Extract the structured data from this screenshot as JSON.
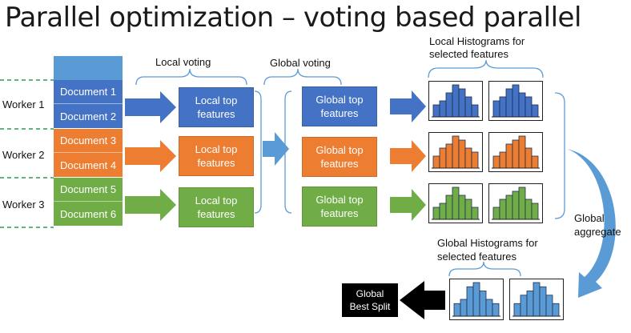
{
  "title": "Parallel optimization – voting based parallel",
  "labels": {
    "local_voting": "Local voting",
    "global_voting": "Global voting",
    "local_hist": [
      "Local Histograms for",
      "selected features"
    ],
    "global_hist": [
      "Global Histograms for",
      "selected features"
    ],
    "global_aggregate": [
      "Global",
      "aggregate"
    ]
  },
  "workers": [
    "Worker 1",
    "Worker 2",
    "Worker 3"
  ],
  "documents": [
    "Document 1",
    "Document 2",
    "Document 3",
    "Document 4",
    "Document 5",
    "Document 6"
  ],
  "local_top": [
    "Local top",
    "features"
  ],
  "global_top": [
    "Global top",
    "features"
  ],
  "best_split": [
    "Global",
    "Best Split"
  ],
  "colors": {
    "blue": "#4472C4",
    "orange": "#ED7D31",
    "green": "#70AD47",
    "light_blue": "#5B9BD5",
    "header": "#5B9BD5",
    "black": "#000000"
  },
  "histograms": {
    "blue_1": [
      3,
      4,
      6,
      8,
      7,
      5,
      3
    ],
    "blue_2": [
      4,
      5,
      7,
      8,
      6,
      5,
      3
    ],
    "orange_1": [
      3,
      5,
      6,
      8,
      7,
      5,
      4
    ],
    "orange_2": [
      3,
      4,
      6,
      7,
      8,
      5,
      3
    ],
    "green_1": [
      3,
      4,
      6,
      8,
      6,
      5,
      3
    ],
    "green_2": [
      3,
      5,
      6,
      7,
      8,
      5,
      4
    ],
    "global_1": [
      3,
      4,
      7,
      8,
      6,
      4,
      3
    ],
    "global_2": [
      3,
      5,
      6,
      8,
      7,
      5,
      3
    ]
  }
}
